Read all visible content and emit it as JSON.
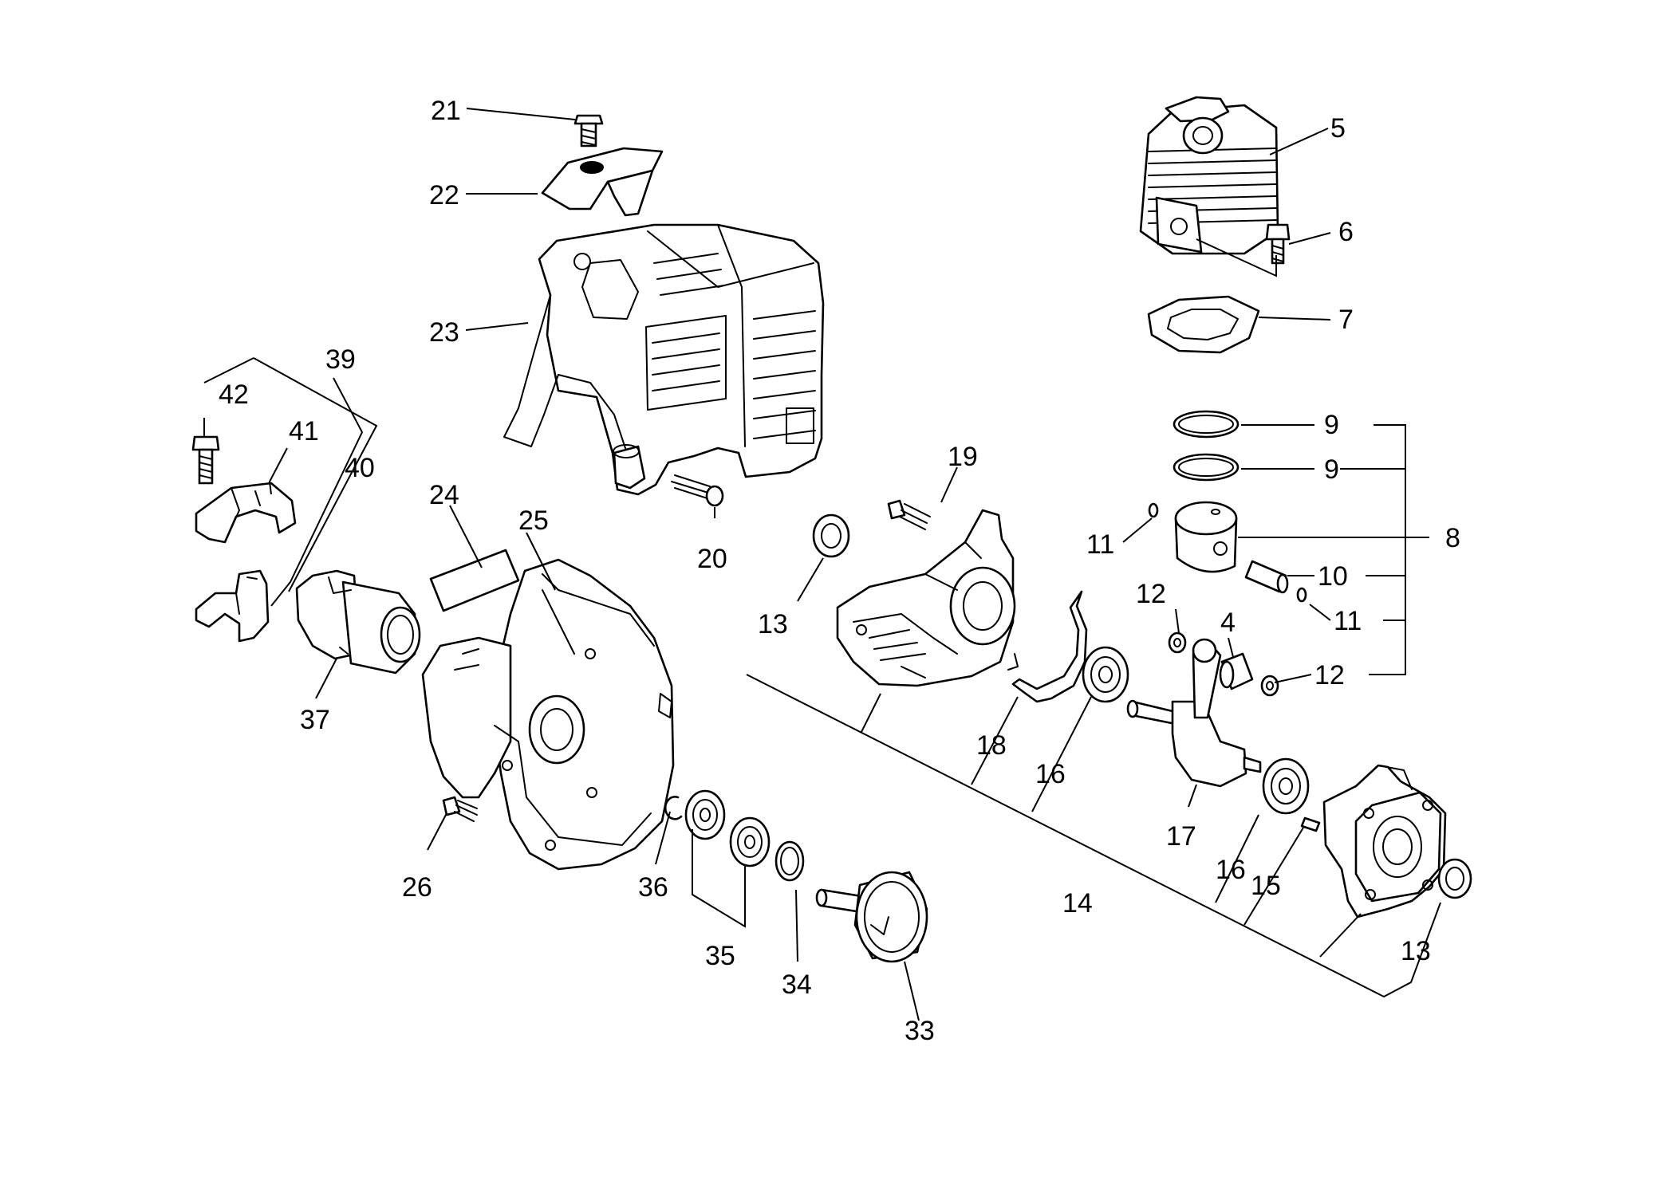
{
  "callouts": {
    "c4": "4",
    "c5": "5",
    "c6": "6",
    "c7": "7",
    "c8": "8",
    "c9a": "9",
    "c9b": "9",
    "c10": "10",
    "c11a": "11",
    "c11b": "11",
    "c12a": "12",
    "c12b": "12",
    "c13a": "13",
    "c13b": "13",
    "c14": "14",
    "c15": "15",
    "c16a": "16",
    "c16b": "16",
    "c17": "17",
    "c18": "18",
    "c19": "19",
    "c20": "20",
    "c21": "21",
    "c22": "22",
    "c23": "23",
    "c24": "24",
    "c25": "25",
    "c26": "26",
    "c33": "33",
    "c34": "34",
    "c35": "35",
    "c36": "36",
    "c37": "37",
    "c39": "39",
    "c40": "40",
    "c41": "41",
    "c42": "42"
  }
}
